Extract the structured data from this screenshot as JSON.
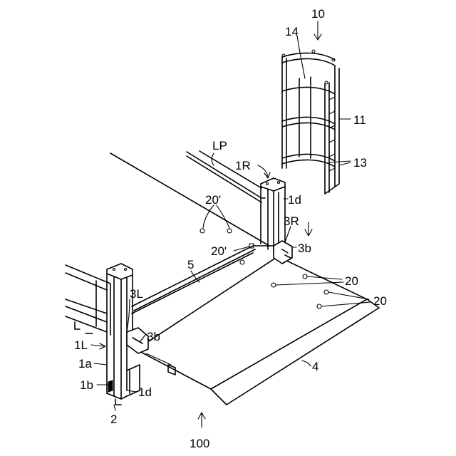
{
  "labels": {
    "cover_unit": "10",
    "cover_panel": "14",
    "cover_frame": "11",
    "cover_rail": "13",
    "loading_platform": "LP",
    "right_post": "1R",
    "post_slot_right": "1d",
    "sensor_area_upper": "20'",
    "right_arm": "3R",
    "sensor_area_lower": "20'",
    "right_bracket": "3b",
    "hinge_edge": "5",
    "sensor_group_a": "20",
    "sensor_group_b": "20",
    "left_arm": "3L",
    "left_post": "1L",
    "left_bracket": "3b",
    "post_face": "1a",
    "lift_platform": "4",
    "post_base": "1b",
    "post_slot_left": "1d",
    "foot": "2",
    "lift_assembly": "100"
  }
}
